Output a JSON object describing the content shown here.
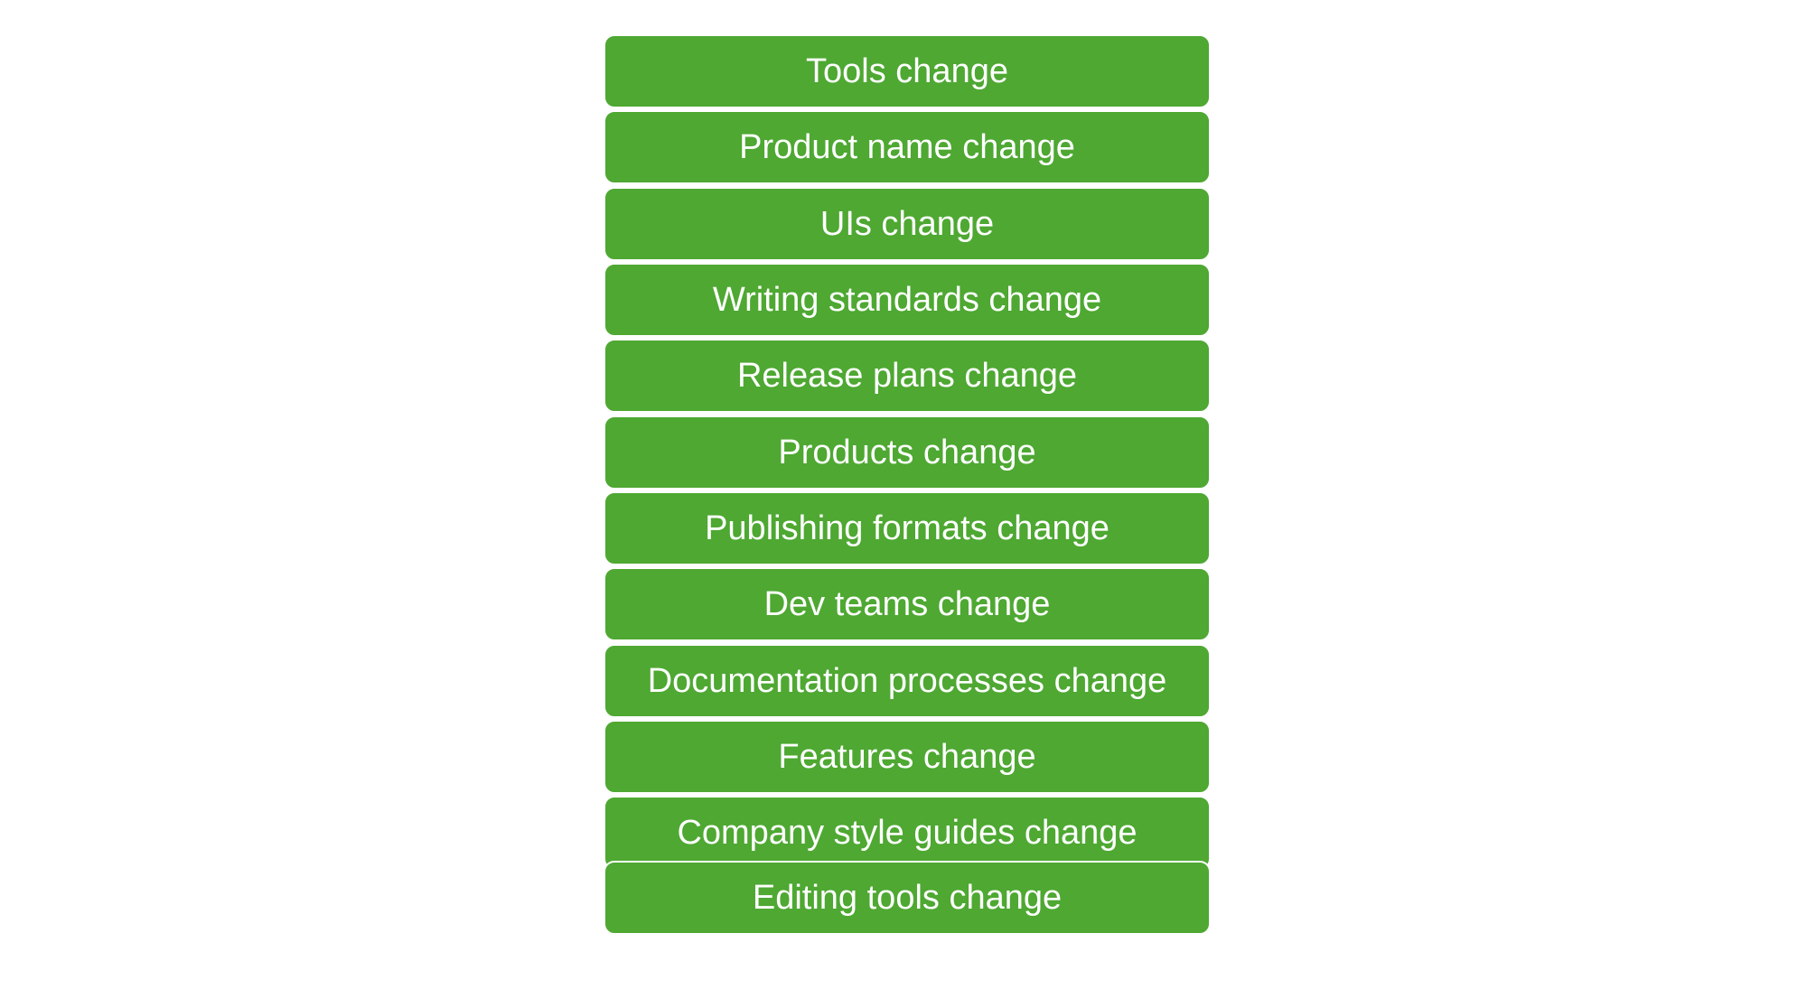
{
  "diagram": {
    "fill_color": "#4ea832",
    "text_color": "#ffffff",
    "items": [
      "Tools change",
      "Product name change",
      "UIs change",
      "Writing standards change",
      "Release plans change",
      "Products change",
      "Publishing formats change",
      "Dev teams change",
      "Documentation processes change",
      "Features change",
      "Company style guides change",
      "Editing tools change"
    ]
  }
}
